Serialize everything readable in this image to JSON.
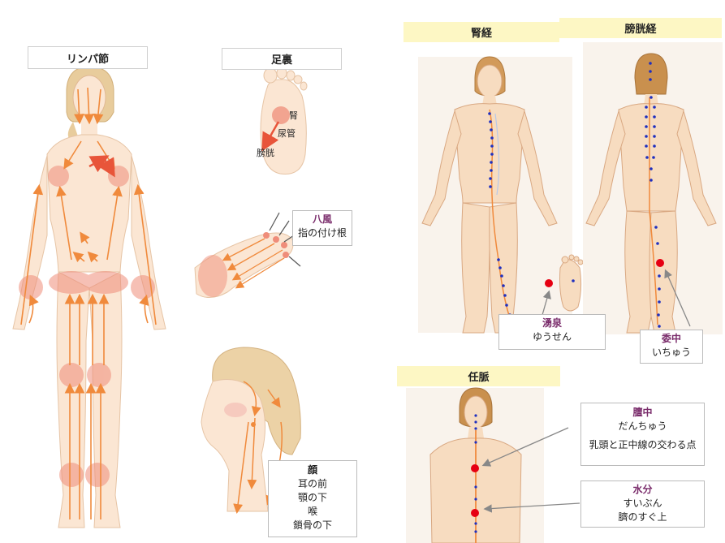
{
  "lymph": {
    "title": "リンパ節"
  },
  "sole": {
    "title": "足裏",
    "labels": {
      "kidney": "腎",
      "ureter": "尿管",
      "bladder": "膀胱"
    }
  },
  "bafu": {
    "title": "八風",
    "desc": "指の付け根"
  },
  "face": {
    "title": "顔",
    "lines": [
      "耳の前",
      "顎の下",
      "喉",
      "鎖骨の下"
    ]
  },
  "meridians": {
    "kidney": {
      "title": "腎経"
    },
    "bladder": {
      "title": "膀胱経"
    },
    "conception": {
      "title": "任脈"
    }
  },
  "points": {
    "yusen": {
      "name": "湧泉",
      "reading": "ゆうせん"
    },
    "ichu": {
      "name": "委中",
      "reading": "いちゅう"
    },
    "danchu": {
      "name": "膻中",
      "reading": "だんちゅう",
      "note": "乳頭と正中線の交わる点"
    },
    "suibun": {
      "name": "水分",
      "reading": "すいぶん",
      "note": "臍のすぐ上"
    }
  },
  "colors": {
    "skin": "#f7dcc0",
    "skin_edge": "#d9a882",
    "hair": "#e3c596",
    "arrow": "#f08a3c",
    "lymph_node": "#ef8d7a",
    "point_blue": "#1f2fbf",
    "point_red": "#e60012",
    "header_yellow": "#fdf7c4",
    "callout_title": "#7a2c6b"
  }
}
